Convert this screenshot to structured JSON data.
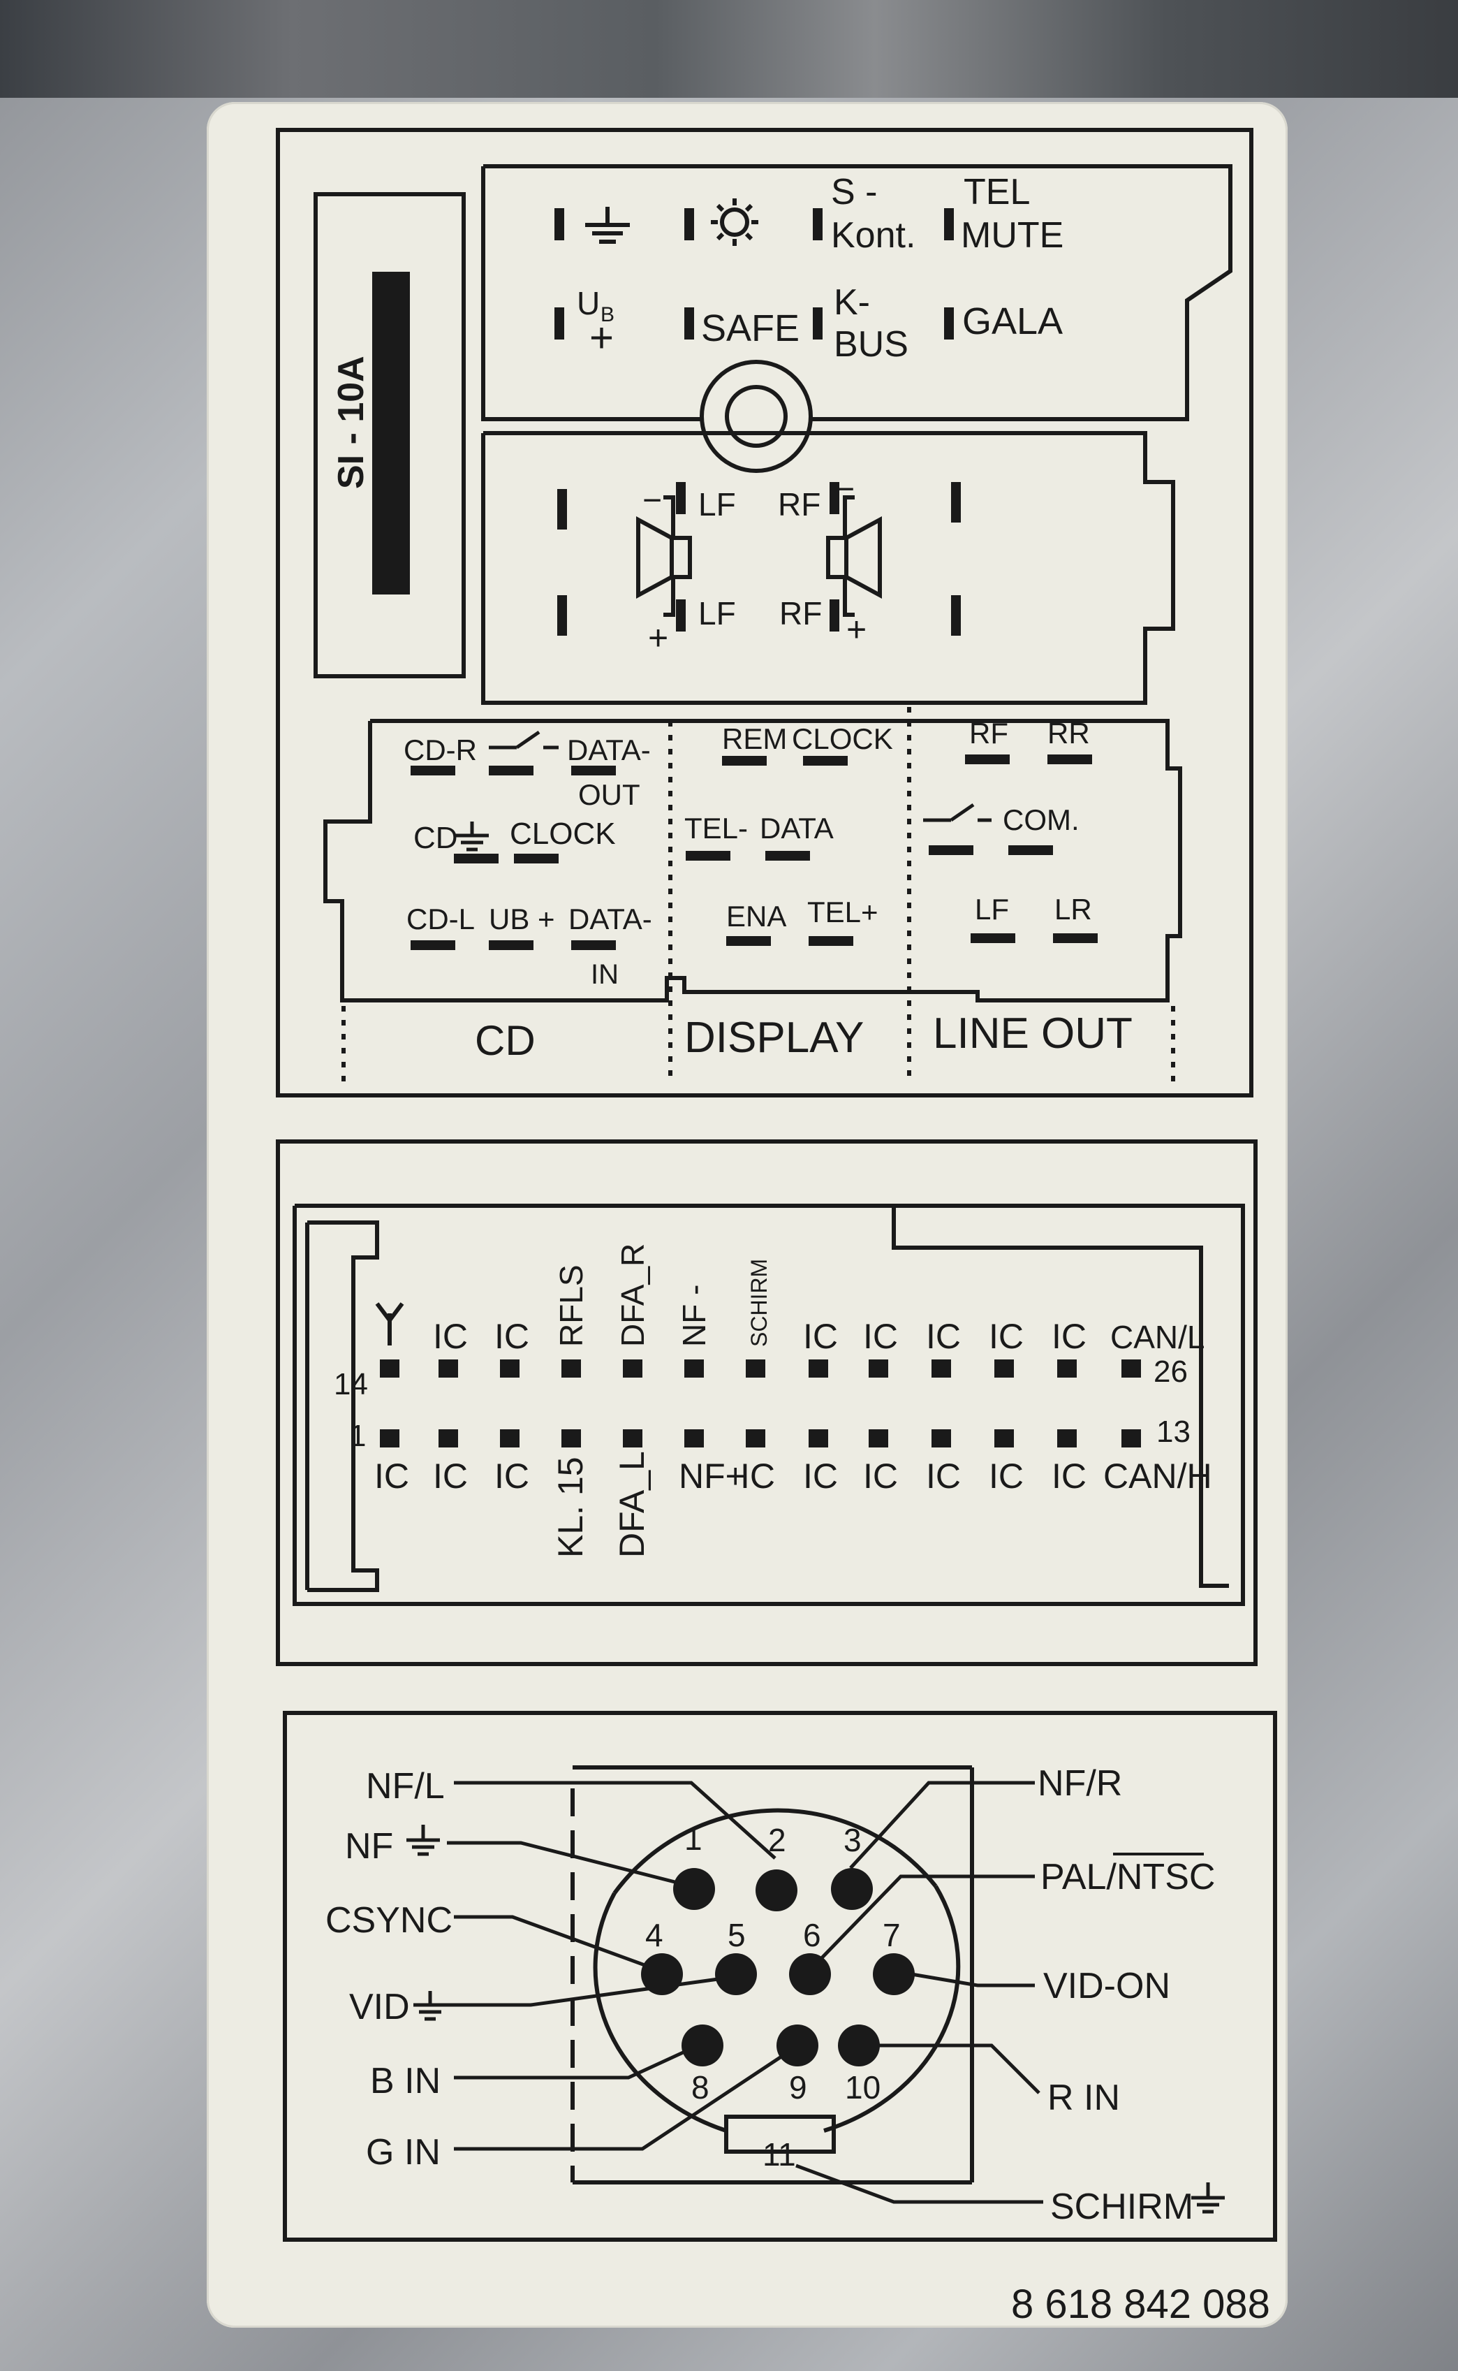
{
  "top_module": {
    "fuse_label": "SI - 10A",
    "power_pins": [
      {
        "label": "",
        "icon": "ground-icon"
      },
      {
        "label": "",
        "icon": "light-icon"
      },
      {
        "label": "S -\nKont."
      },
      {
        "label": "TEL\nMUTE"
      },
      {
        "label": "UB\n+"
      },
      {
        "label": "SAFE"
      },
      {
        "label": "K-\nBUS"
      },
      {
        "label": "GALA"
      }
    ],
    "speaker_labels": {
      "lf_minus": "LF",
      "rf_minus": "RF",
      "lf_plus": "LF",
      "rf_plus": "RF"
    },
    "cd_pins": [
      "CD-R",
      "DATA-",
      "OUT",
      "CD",
      "CLOCK",
      "CD-L",
      "UB +",
      "DATA-",
      "IN"
    ],
    "display_pins": [
      "REM",
      "CLOCK",
      "TEL-",
      "DATA",
      "ENA",
      "TEL+"
    ],
    "lineout_pins": [
      "RF",
      "RR",
      "COM.",
      "LF",
      "LR"
    ],
    "section_labels": [
      "CD",
      "DISPLAY",
      "LINE OUT"
    ]
  },
  "middle_connector": {
    "top_row_labels": [
      "",
      "IC",
      "IC",
      "RFLS",
      "DFA_R",
      "NF -",
      "SCHIRM",
      "IC",
      "IC",
      "IC",
      "IC",
      "IC",
      "CAN/L"
    ],
    "bottom_row_labels": [
      "IC",
      "IC",
      "IC",
      "KL. 15",
      "DFA_L",
      "NF+",
      "IC",
      "IC",
      "IC",
      "IC",
      "IC",
      "IC",
      "CAN/H"
    ],
    "pin_14": "14",
    "pin_26": "26",
    "pin_1": "1",
    "pin_13": "13"
  },
  "round_connector": {
    "left_labels": [
      "NF/L",
      "NF",
      "CSYNC",
      "VID",
      "B IN",
      "G IN"
    ],
    "right_labels": [
      "NF/R",
      "PAL/NTSC",
      "VID-ON",
      "R IN",
      "SCHIRM"
    ],
    "pin_numbers": [
      "1",
      "2",
      "3",
      "4",
      "5",
      "6",
      "7",
      "8",
      "9",
      "10",
      "11"
    ]
  },
  "part_number": "8 618 842 088"
}
